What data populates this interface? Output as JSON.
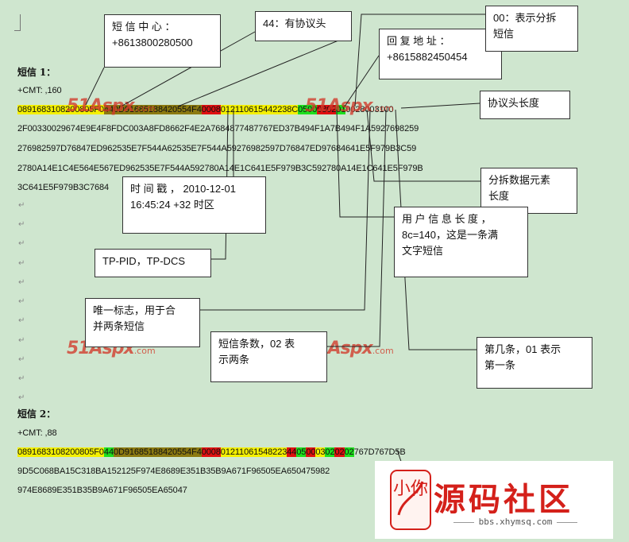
{
  "msg1": {
    "header": "短信 1：",
    "cmt": "+CMT: ,160",
    "pdu_segments": [
      {
        "t": "0891683108200805F0",
        "c": "y"
      },
      {
        "t": "44",
        "c": "o"
      },
      {
        "t": "0D91685188420554F4",
        "c": "o"
      },
      {
        "t": "0008",
        "c": "r"
      },
      {
        "t": "01211061544223",
        "c": "y"
      },
      {
        "t": "8C",
        "c": "y"
      },
      {
        "t": "05",
        "c": "g"
      },
      {
        "t": "00",
        "c": "g"
      },
      {
        "t": "03",
        "c": "r"
      },
      {
        "t": "02",
        "c": "r"
      },
      {
        "t": "01",
        "c": "g"
      },
      {
        "t": "0028003100",
        "c": ""
      }
    ],
    "lines": [
      "2F00330029674E9E4F8FDC003A8FD8662F4E2A7684877487767ED37B494F1A7B494F1A5927698259",
      "276982597D76847ED962535E7F544A62535E7F544A59276982597D76847ED97684641E5F979B3C59",
      "2780A14E1C4E564E567ED962535E7F544A592780A14E1C641E5F979B3C592780A14E1C641E5F979B",
      "3C641E5F979B3C7684"
    ]
  },
  "msg2": {
    "header": "短信 2：",
    "cmt": "+CMT: ,88",
    "pdu_segments": [
      {
        "t": "0891683108200805F0",
        "c": "y"
      },
      {
        "t": "44",
        "c": "g"
      },
      {
        "t": "0D91685188420554F4",
        "c": "o"
      },
      {
        "t": "0008",
        "c": "r"
      },
      {
        "t": "01211061548223",
        "c": "y"
      },
      {
        "t": "44",
        "c": "r"
      },
      {
        "t": "05",
        "c": "g"
      },
      {
        "t": "00",
        "c": "r"
      },
      {
        "t": "03",
        "c": "y"
      },
      {
        "t": "02",
        "c": "g"
      },
      {
        "t": "02",
        "c": "r"
      },
      {
        "t": "02",
        "c": "g"
      },
      {
        "t": "767D767D5B",
        "c": ""
      }
    ],
    "lines": [
      "9D5C068BA15C318BA152125F974E8689E351B35B9A671F96505EA650475982",
      "974E8689E351B35B9A671F96505EA65047"
    ]
  },
  "callouts": {
    "center": "短 信 中 心 ：\n+8613800280500",
    "header44": "44：有协议头",
    "reply": "回 复 地 址 ：\n+8615882450454",
    "split00": "00：表示分拆\n短信",
    "udh_len": "协议头长度",
    "elem_len": "分拆数据元素\n长度",
    "timestamp": "时 间 戳 ， 2010-12-01\n16:45:24 +32 时区",
    "udl": "用 户 信 息 长 度 ，\n8c=140，这是一条满\n文字短信",
    "pid_dcs": "TP-PID，TP-DCS",
    "unique": "唯一标志，用于合\n并两条短信",
    "count": "短信条数，02 表\n示两条",
    "index": "第几条，01 表示\n第一条"
  },
  "watermark": {
    "big": "51Aspx",
    "small": ".com"
  },
  "logo": {
    "title": "源码社区",
    "url": "bbs.xhymsq.com",
    "mark": "小你"
  },
  "colors": {
    "yellow": "#f4f000",
    "olive": "#8c7a10",
    "red": "#e01010",
    "green": "#1ee01e",
    "bg": "#cfe6cf"
  }
}
